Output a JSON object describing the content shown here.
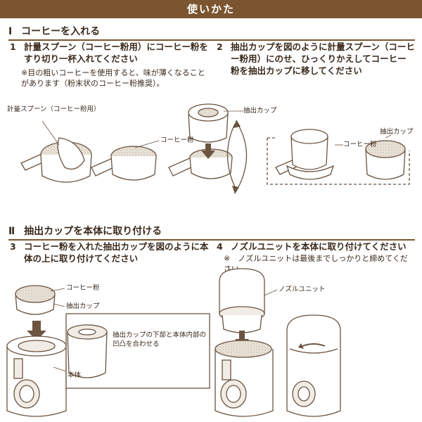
{
  "header": {
    "title": "使いかた"
  },
  "sections": [
    {
      "numeral": "Ⅰ",
      "title": "コーヒーを入れる"
    },
    {
      "numeral": "Ⅱ",
      "title": "抽出カップを本体に取り付ける"
    }
  ],
  "steps": [
    {
      "number": "1",
      "text": "計量スプーン（コーヒー粉用）にコーヒー粉をすり切り一杯入れてください"
    },
    {
      "number": "2",
      "text": "抽出カップを図のように計量スプーン（コーヒー粉用）にのせ、ひっくりかえしてコーヒー粉を抽出カップに移してください"
    },
    {
      "number": "3",
      "text": "コーヒー粉を入れた抽出カップを図のように本体の上に取り付けてください"
    },
    {
      "number": "4",
      "text": "ノズルユニットを本体に取り付けてください"
    }
  ],
  "notes": {
    "step1": "※目の粗いコーヒーを使用すると、味が薄くなることがあります（粉末状のコーヒー粉推奨）。",
    "step4": "※　ノズルユニットは最後までしっかりと締めてください。"
  },
  "labels": {
    "measuring_spoon": "計量スプーン（コーヒー粉用）",
    "coffee_powder_1": "コーヒー粉",
    "extraction_cup_1": "抽出カップ",
    "coffee_powder_2": "コーヒー粉",
    "extraction_cup_2": "抽出カップ",
    "coffee_powder_3": "コーヒー粉",
    "extraction_cup_3": "抽出カップ",
    "align_note": "抽出カップの下部と本体内部の凹凸を合わせる",
    "body": "本体",
    "nozzle_unit": "ノズルユニット"
  },
  "colors": {
    "banner": "#7a5530",
    "text": "#3a2a1c",
    "line": "#6b5440",
    "fill": "#f1ece5"
  }
}
